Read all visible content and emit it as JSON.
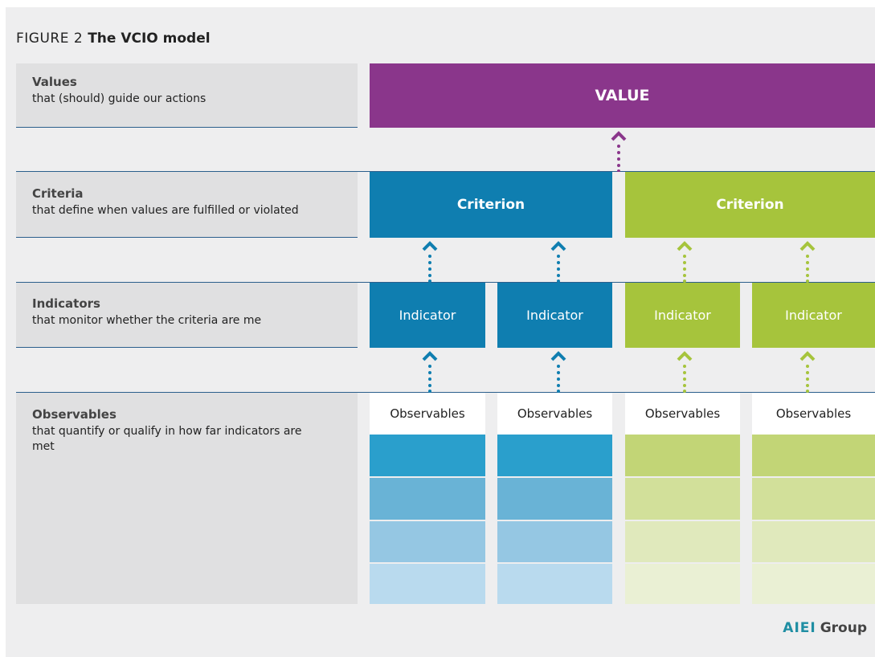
{
  "figure": {
    "number": "FIGURE 2",
    "title": "The VCIO model"
  },
  "rows": {
    "values": {
      "title": "Values",
      "desc": "that (should) guide our actions"
    },
    "criteria": {
      "title": "Criteria",
      "desc": "that define when values are fulfilled or violated"
    },
    "indicators": {
      "title": "Indicators",
      "desc": "that monitor whether the criteria are me"
    },
    "observables": {
      "title": "Observables",
      "desc": "that quantify or qualify in how far indicators are met"
    }
  },
  "value_box": {
    "label": "VALUE"
  },
  "criteria": [
    {
      "label": "Criterion"
    },
    {
      "label": "Criterion"
    }
  ],
  "indicators": [
    {
      "label": "Indicator"
    },
    {
      "label": "Indicator"
    },
    {
      "label": "Indicator"
    },
    {
      "label": "Indicator"
    }
  ],
  "observables": [
    {
      "label": "Observables"
    },
    {
      "label": "Observables"
    },
    {
      "label": "Observables"
    },
    {
      "label": "Observables"
    }
  ],
  "colors": {
    "value": "#8a368b",
    "blue": "#0f7eb0",
    "green": "#a6c43c",
    "blue_tiles": [
      "#2a9fcc",
      "#69b3d6",
      "#95c7e3",
      "#b9daee"
    ],
    "green_tiles": [
      "#c2d576",
      "#d2e09a",
      "#e0e9bc",
      "#eaf0d4"
    ]
  },
  "logo": {
    "mark": "AIEI",
    "text": "Group"
  }
}
